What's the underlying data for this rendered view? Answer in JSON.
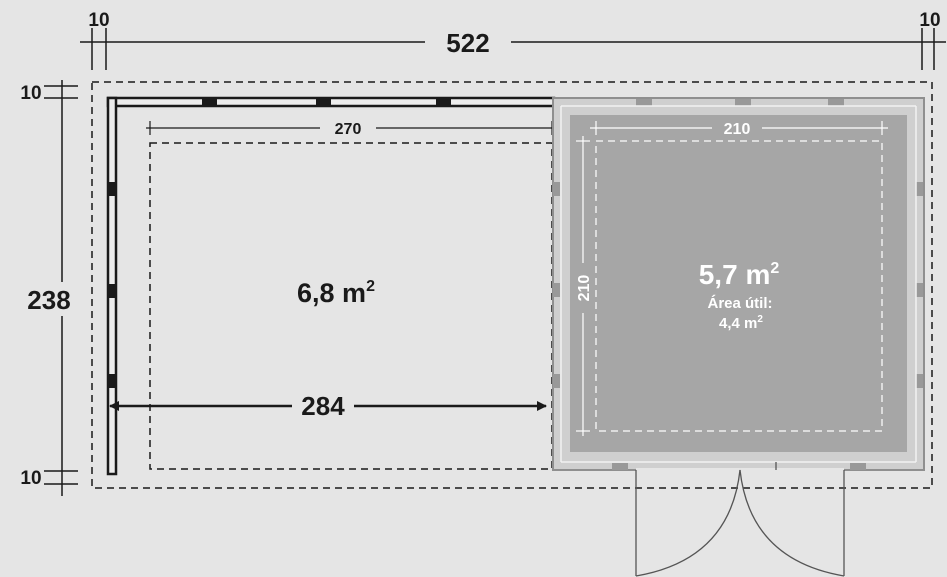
{
  "dimensions": {
    "total_width": "522",
    "left_margin": "10",
    "right_margin": "10",
    "total_depth": "238",
    "top_margin": "10",
    "bottom_margin": "10",
    "open_area_inner_width": "270",
    "open_area_outer_width": "284",
    "cabin_inner_width": "210",
    "cabin_inner_depth": "210"
  },
  "open_area": {
    "area_value": "6,8 m",
    "area_exponent": "2"
  },
  "cabin": {
    "area_value": "5,7 m",
    "area_exponent": "2",
    "useful_label": "Área útil:",
    "useful_value": "4,4 m",
    "useful_exponent": "2"
  },
  "colors": {
    "background": "#e5e5e5",
    "cabin_floor": "#a6a6a6",
    "cabin_wall": "#cfcfcf",
    "dark_wall": "#1a1a1a",
    "text": "#1a1a1a",
    "cabin_text": "#ffffff"
  }
}
